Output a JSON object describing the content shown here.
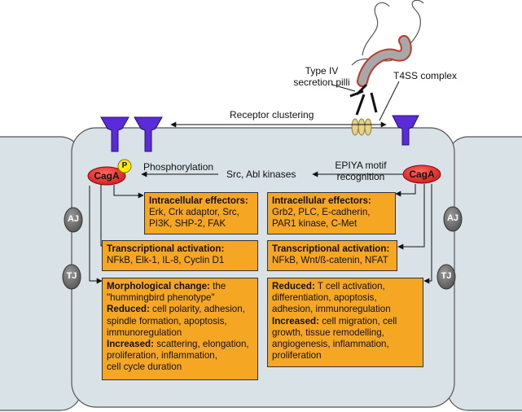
{
  "labels": {
    "type_iv": [
      "Type IV",
      "secretion pilli"
    ],
    "t4ss": "T4SS complex",
    "receptor_clustering": "Receptor clustering",
    "phosphorylation": "Phosphorylation",
    "src_abl": "Src, Abl kinases",
    "epiya": [
      "EPIYA motif",
      "recognition"
    ],
    "cagA": "CagA",
    "p": "P",
    "aj": "AJ",
    "tj": "TJ"
  },
  "boxes": {
    "left_effectors": {
      "title": "Intracellular effectors:",
      "lines": [
        "Erk, Crk adaptor, Src,",
        "PI3K, SHP-2, FAK"
      ]
    },
    "right_effectors": {
      "title": "Intracellular effectors:",
      "lines": [
        "Grb2, PLC, E-cadherin,",
        "PAR1 kinase, C-Met"
      ]
    },
    "left_transcription": {
      "title": "Transcriptional activation:",
      "lines": [
        "NFkB, Elk-1, IL-8, Cyclin D1"
      ]
    },
    "right_transcription": {
      "title": "Transcriptional activation:",
      "lines": [
        "NFkB, Wnt/ß-catenin, NFAT"
      ]
    },
    "left_morph": {
      "morph_title": "Morphological change:",
      "morph_rest": " the",
      "morph_line2": "\"hummingbird phenotype\"",
      "reduced_title": "Reduced:",
      "reduced_rest": " cell polarity, adhesion,",
      "reduced_lines": [
        "spindle formation, apoptosis,",
        "immunoregulation"
      ],
      "increased_title": "Increased:",
      "increased_rest": " scattering, elongation,",
      "increased_lines": [
        "proliferation, inflammation,",
        "cell cycle duration"
      ]
    },
    "right_outcome": {
      "reduced_title": "Reduced:",
      "reduced_rest": " T cell activation,",
      "reduced_lines": [
        "differentiation, apoptosis,",
        "adhesion, immunoregulation"
      ],
      "increased_title": "Increased:",
      "increased_rest": " cell migration, cell",
      "increased_lines": [
        "growth, tissue remodelling,",
        "angiogenesis, inflammation,",
        "proliferation"
      ]
    }
  },
  "colors": {
    "cell_fill": "#d9e2e6",
    "box_fill": "#f5a623",
    "cagA_fill": "#e32a2a",
    "phospho_fill": "#ffee00",
    "receptor_fill": "#5a2bd6",
    "junction_fill": "#6e6e6e",
    "t4ss_fill": "#e8d28a",
    "bacterium_outline": "#c0392b"
  }
}
